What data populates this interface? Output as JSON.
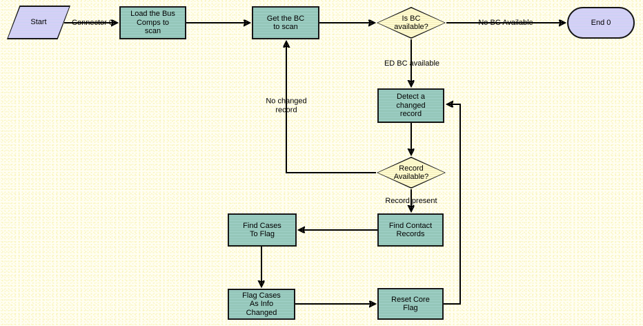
{
  "colors": {
    "canvasBg": "#fffef2",
    "speckleA": "#f7f1ab",
    "speckleB": "#fbf7c9",
    "processA": "#a5d5d2",
    "processB": "#8fc1ae",
    "processC": "#9bcdc7",
    "terminalA": "#ccccff",
    "terminalB": "#dcd4ee",
    "terminalC": "#c4cefa",
    "decisionA": "#fdfad0",
    "decisionB": "#f6efba",
    "border": "#161616",
    "line": "#000000",
    "text": "#000000"
  },
  "nodes": {
    "start": {
      "label": "Start"
    },
    "load_bus_comps": {
      "label": "Load the Bus\nComps to\nscan"
    },
    "get_bc": {
      "label": "Get the BC\nto scan"
    },
    "is_bc_available": {
      "label": "Is BC\navailable?"
    },
    "end0": {
      "label": "End 0"
    },
    "detect_changed": {
      "label": "Detect a\nchanged\nrecord"
    },
    "record_available": {
      "label": "Record\nAvailable?"
    },
    "find_contact": {
      "label": "Find Contact\nRecords"
    },
    "find_cases": {
      "label": "Find Cases\nTo Flag"
    },
    "flag_cases": {
      "label": "Flag Cases\nAs Info\nChanged"
    },
    "reset_core": {
      "label": "Reset Core\nFlag"
    }
  },
  "edge_labels": {
    "connector0": "Connector 0",
    "no_bc_available": "No BC Available",
    "ed_bc_available": "ED BC available",
    "no_changed_record": "No changed\nrecord",
    "record_present": "Record present"
  }
}
